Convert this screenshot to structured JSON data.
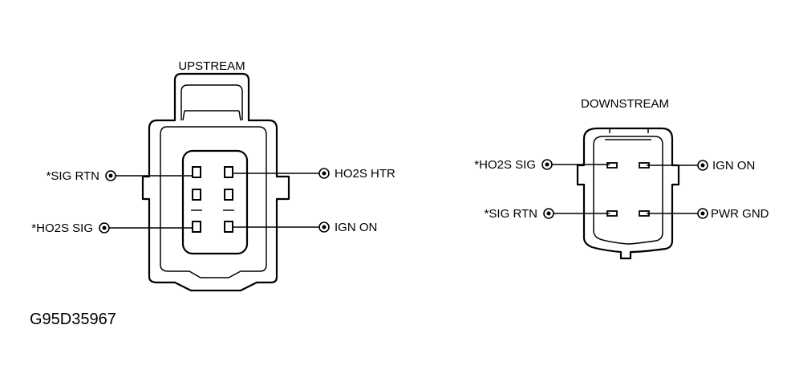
{
  "upstream": {
    "title": "UPSTREAM",
    "left_labels": [
      "*SIG RTN",
      "*HO2S SIG"
    ],
    "right_labels": [
      "HO2S HTR",
      "IGN ON"
    ]
  },
  "downstream": {
    "title": "DOWNSTREAM",
    "left_labels": [
      "*HO2S SIG",
      "*SIG RTN"
    ],
    "right_labels": [
      "IGN ON",
      "PWR GND"
    ]
  },
  "figure_id": "G95D35967"
}
